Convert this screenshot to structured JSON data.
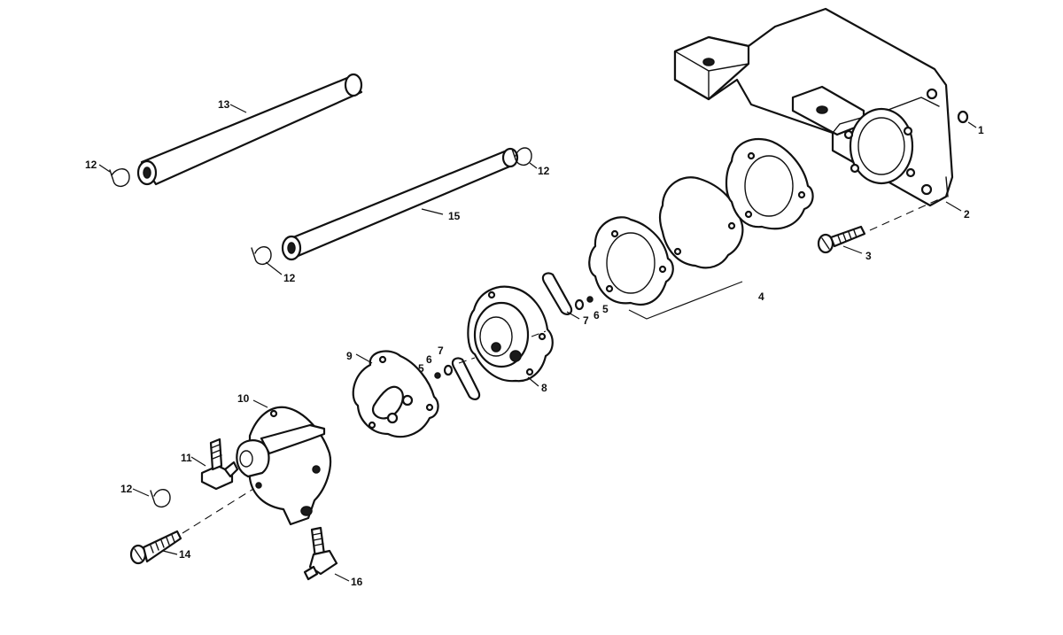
{
  "callouts": {
    "c1": "1",
    "c2": "2",
    "c3": "3",
    "c4": "4",
    "c5a": "5",
    "c5b": "5",
    "c6a": "6",
    "c6b": "6",
    "c7a": "7",
    "c7b": "7",
    "c8": "8",
    "c9": "9",
    "c10": "10",
    "c11": "11",
    "c12a": "12",
    "c12b": "12",
    "c12c": "12",
    "c12d": "12",
    "c13": "13",
    "c14": "14",
    "c15": "15",
    "c16": "16"
  }
}
